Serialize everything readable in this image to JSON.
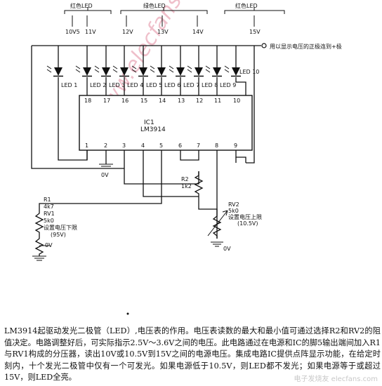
{
  "diagram": {
    "groups": [
      {
        "id": "g1",
        "label": "红色LED"
      },
      {
        "id": "g2",
        "label": "绿色LED"
      },
      {
        "id": "g3",
        "label": "红色LED"
      }
    ],
    "voltage_labels": [
      "10V5",
      "11V",
      "12V",
      "13V",
      "14V",
      "15V"
    ],
    "supply_label": "用以显示电压的正极连到+极",
    "leds": [
      "LED 1",
      "LED 2",
      "LED 3",
      "LED 4",
      "LED 5",
      "LED 6",
      "LED 7",
      "LED 8",
      "LED 9",
      "LED 10"
    ],
    "ic": {
      "name": "IC1",
      "part": "LM3914",
      "top_pins": [
        "18",
        "17",
        "16",
        "15",
        "14",
        "13",
        "12",
        "11",
        "10"
      ],
      "bottom_pins": [
        "1",
        "2",
        "3",
        "4",
        "5",
        "6",
        "7",
        "8",
        "9"
      ]
    },
    "components": {
      "r1": {
        "name": "R1",
        "value": "4k7"
      },
      "rv1": {
        "name": "RV1",
        "value": "5k0",
        "note": "设置电压下限",
        "note2": "(95V)"
      },
      "r2": {
        "name": "R2",
        "value": "1k2"
      },
      "rv2": {
        "name": "RV2",
        "value": "5k0",
        "note": "设置电压上限",
        "note2": "(10.5V)"
      }
    },
    "ground_labels": [
      "0V",
      "0V",
      "0V"
    ],
    "watermark": "www.elecfans.com"
  },
  "caption": "LM3914起驱动发光二极管（LED）,电压表的作用。电压表读数的最大和最小值可通过选择R2和RV2的阻值决定。电路调整好后，可实际指示2.5V～3.6V之间的电压。此电路通过在电源和IC的脚5输出端间加入R1与RV1构成的分压器，读出10V或10.5V到15V之间的电源电压。集成电路IC提供点阵显示功能，在给定时刻内，十个发光二极管中仅有一个可发光。如果电源低于10.5V，则LED都不发光；如果电源等于或超过15V，则LED全亮。",
  "corner_text": "电子发烧友 elecfans.com"
}
